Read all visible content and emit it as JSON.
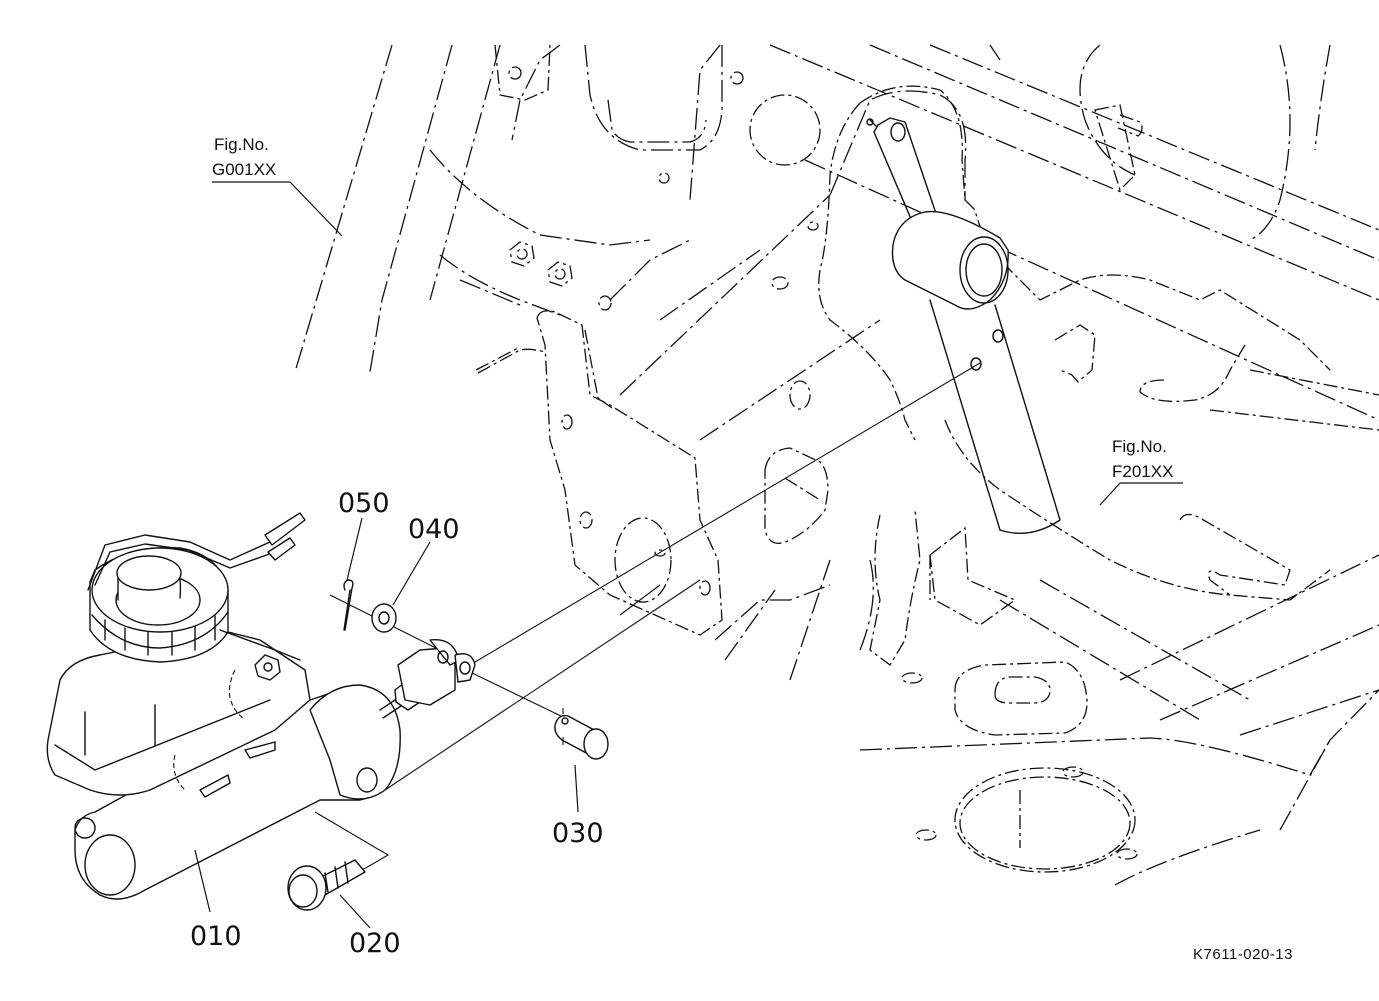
{
  "diagram": {
    "type": "exploded-parts-illustration",
    "figure_code": "K7611-020-13",
    "figure_refs": [
      {
        "line1": "Fig.No.",
        "line2": "G001XX"
      },
      {
        "line1": "Fig.No.",
        "line2": "F201XX"
      }
    ],
    "parts": [
      {
        "ref": "010",
        "name": "master-cylinder"
      },
      {
        "ref": "020",
        "name": "flange-bolt"
      },
      {
        "ref": "030",
        "name": "clevis-pin"
      },
      {
        "ref": "040",
        "name": "washer"
      },
      {
        "ref": "050",
        "name": "cotter-pin"
      }
    ]
  }
}
